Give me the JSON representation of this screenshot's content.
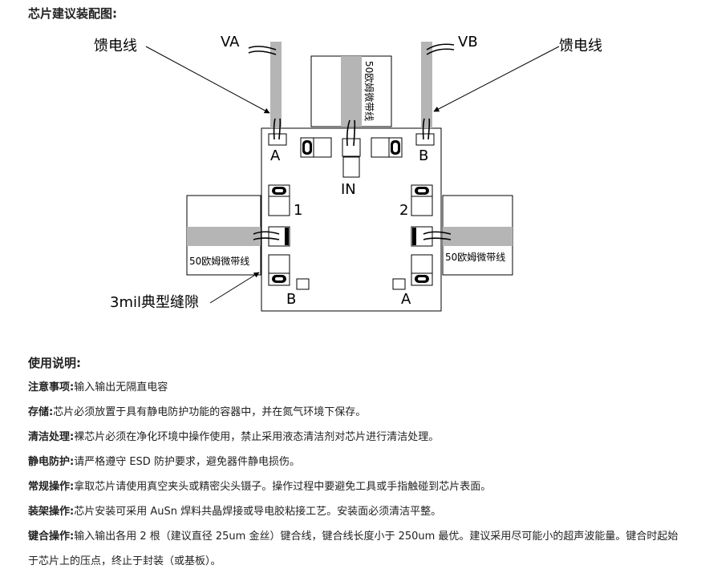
{
  "section_title": "芯片建议装配图:",
  "diagram": {
    "feed_left": "馈电线",
    "feed_right": "馈电线",
    "va": "VA",
    "vb": "VB",
    "microstrip_top": "50欧姆微带线",
    "microstrip_left": "50欧姆微带线",
    "microstrip_right": "50欧姆微带线",
    "pad_a_top": "A",
    "pad_b_top": "B",
    "in": "IN",
    "port1": "1",
    "port2": "2",
    "pad_b_bottom": "B",
    "pad_a_bottom": "A",
    "gap": "3mil典型缝隙"
  },
  "usage_title": "使用说明:",
  "notes": [
    {
      "label": "注意事项:",
      "text": "输入输出无隔直电容"
    },
    {
      "label": "存储:",
      "text": "芯片必须放置于具有静电防护功能的容器中，并在氮气环境下保存。"
    },
    {
      "label": "清洁处理:",
      "text": "裸芯片必须在净化环境中操作使用，禁止采用液态清洁剂对芯片进行清洁处理。"
    },
    {
      "label": "静电防护:",
      "text": "请严格遵守 ESD 防护要求，避免器件静电损伤。"
    },
    {
      "label": "常规操作:",
      "text": "拿取芯片请使用真空夹头或精密尖头镊子。操作过程中要避免工具或手指触碰到芯片表面。"
    },
    {
      "label": "装架操作:",
      "text": "芯片安装可采用 AuSn 焊料共晶焊接或导电胶粘接工艺。安装面必须清洁平整。"
    },
    {
      "label": "键合操作:",
      "text": "输入输出各用 2 根（建议直径 25um 金丝）键合线，键合线长度小于 250um 最优。建议采用尽可能小的超声波能量。键合时起始于芯片上的压点，终止于封装（或基板）。"
    }
  ]
}
